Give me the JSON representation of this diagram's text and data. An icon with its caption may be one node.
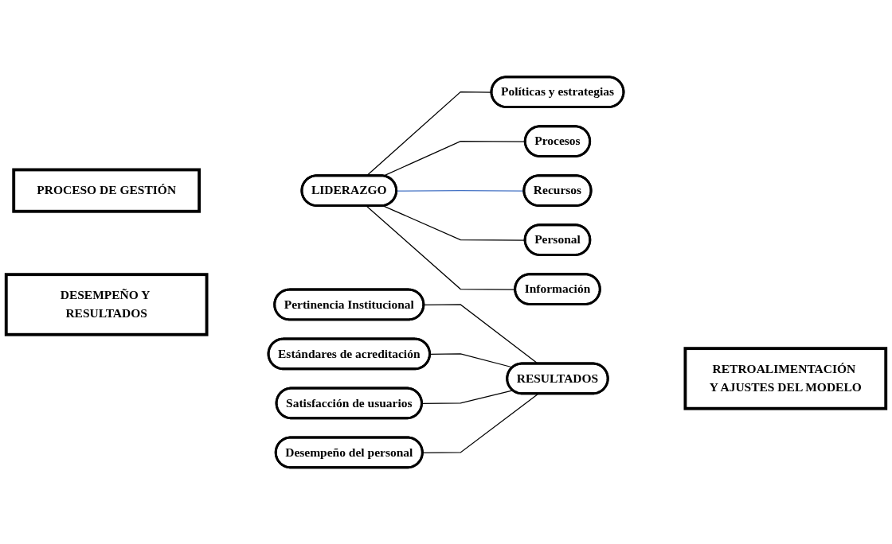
{
  "diagram": {
    "nodes": [
      {
        "text": [
          "PROCESO DE GESTIÓN"
        ]
      },
      {
        "text": [
          "DESEMPEÑO Y RESULTADOS"
        ]
      },
      {
        "text": [
          "LIDERAZGO"
        ]
      },
      {
        "text": [
          "Políticas y estrategias"
        ]
      },
      {
        "text": [
          "Procesos"
        ]
      },
      {
        "text": [
          "Recursos"
        ]
      },
      {
        "text": [
          "Personal"
        ]
      },
      {
        "text": [
          "Información"
        ]
      },
      {
        "text": [
          "Pertinencia Institucional"
        ]
      },
      {
        "text": [
          "Estándares de acreditación"
        ]
      },
      {
        "text": [
          "Satisfacción de usuarios"
        ]
      },
      {
        "text": [
          "Desempeño del personal"
        ]
      },
      {
        "text": [
          "RESULTADOS"
        ]
      },
      {
        "text": [
          "RETROALIMENTACIÓN Y AJUSTES DEL MODELO"
        ]
      }
    ],
    "edges": [
      {
        "from": 2,
        "to": 3,
        "arrow": "none"
      },
      {
        "from": 2,
        "to": 4,
        "arrow": "none"
      },
      {
        "from": 2,
        "to": 5,
        "arrow": "none",
        "color": "#4472c4"
      },
      {
        "from": 2,
        "to": 6,
        "arrow": "none"
      },
      {
        "from": 2,
        "to": 7,
        "arrow": "none"
      },
      {
        "from": 8,
        "to": 12,
        "arrow": "none"
      },
      {
        "from": 9,
        "to": 12,
        "arrow": "none"
      },
      {
        "from": 10,
        "to": 12,
        "arrow": "none"
      },
      {
        "from": 11,
        "to": 12,
        "arrow": "none"
      }
    ]
  }
}
